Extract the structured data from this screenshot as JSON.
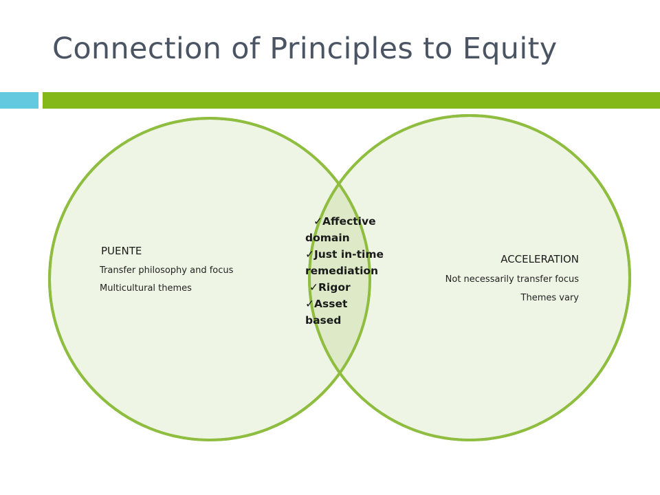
{
  "title": "Connection of Principles to Equity",
  "colors": {
    "title_text": "#4a5463",
    "accent_blue": "#62c9de",
    "accent_green": "#84b818",
    "circle_fill": "#eff5e5",
    "overlap_fill": "#dde9c7",
    "circle_stroke": "#8fbd40"
  },
  "icons": {
    "bullet": "check-mark-icon"
  },
  "left_circle": {
    "heading": "PUENTE",
    "lines": [
      "Transfer philosophy and focus",
      "Multicultural themes"
    ]
  },
  "right_circle": {
    "heading": "ACCELERATION",
    "lines": [
      "Not necessarily transfer focus",
      "Themes vary"
    ]
  },
  "overlap": {
    "items": [
      {
        "line1": "Affective",
        "line2": "domain"
      },
      {
        "line1": "Just in-time",
        "line2": "remediation"
      },
      {
        "line1": "Rigor",
        "line2": ""
      },
      {
        "line1": "Asset",
        "line2": "based"
      }
    ]
  }
}
